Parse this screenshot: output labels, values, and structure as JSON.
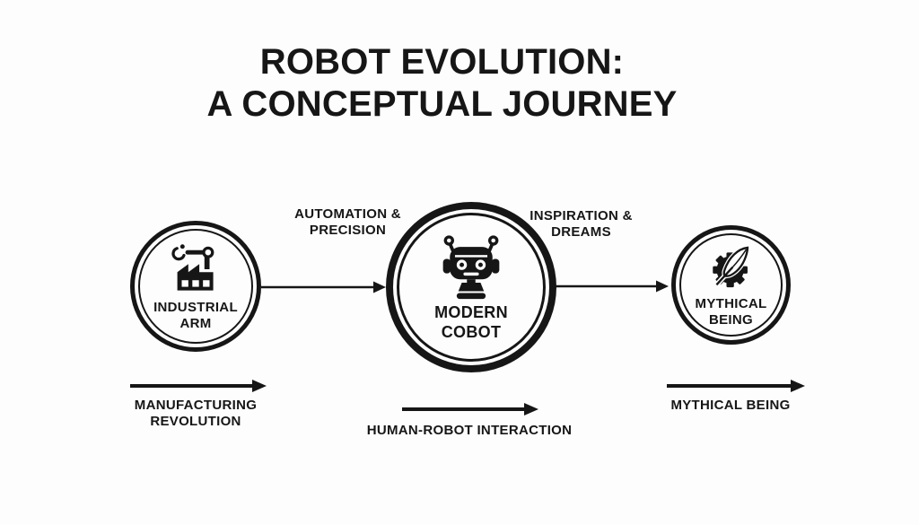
{
  "title": {
    "line1": "ROBOT EVOLUTION:",
    "line2": "A CONCEPTUAL JOURNEY"
  },
  "nodes": [
    {
      "icon": "factory-robotic-arm-icon",
      "label_line1": "INDUSTRIAL",
      "label_line2": "ARM"
    },
    {
      "icon": "robot-head-icon",
      "label_line1": "MODERN",
      "label_line2": "COBOT"
    },
    {
      "icon": "gear-feather-icon",
      "label_line1": "MYTHICAL",
      "label_line2": "BEING"
    }
  ],
  "connector_labels": [
    {
      "line1": "AUTOMATION &",
      "line2": "PRECISION"
    },
    {
      "line1": "INSPIRATION &",
      "line2": "DREAMS"
    }
  ],
  "flow_labels": [
    {
      "line1": "MANUFACTURING",
      "line2": "REVOLUTION"
    },
    {
      "line1": "HUMAN-ROBOT INTERACTION",
      "line2": ""
    },
    {
      "line1": "MYTHICAL BEING",
      "line2": ""
    }
  ],
  "colors": {
    "background": "#fdfdfd",
    "ink": "#161616"
  }
}
